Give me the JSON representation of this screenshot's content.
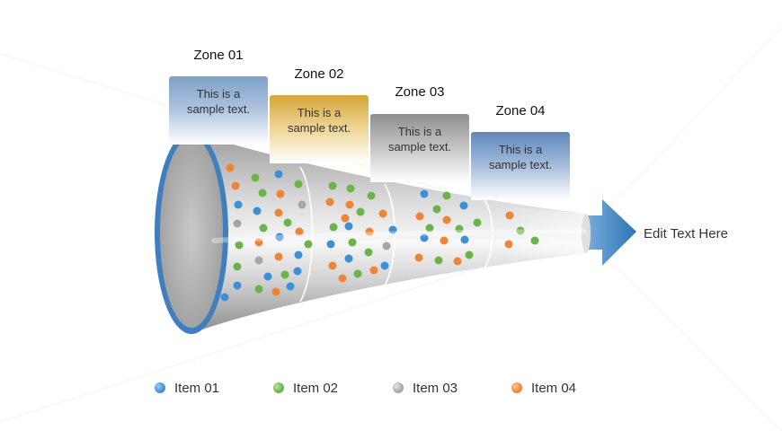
{
  "zones": [
    {
      "title": "Zone 01",
      "text": "This is a sample text."
    },
    {
      "title": "Zone 02",
      "text": "This is a sample text."
    },
    {
      "title": "Zone 03",
      "text": "This is a sample text."
    },
    {
      "title": "Zone 04",
      "text": "This is a sample text."
    }
  ],
  "arrow_label": "Edit Text Here",
  "legend": [
    {
      "label": "Item 01",
      "color": "#3d8fd6"
    },
    {
      "label": "Item 02",
      "color": "#6ab449"
    },
    {
      "label": "Item 03",
      "color": "#a6a6a6"
    },
    {
      "label": "Item 04",
      "color": "#ef8437"
    }
  ],
  "colors": {
    "zone_01": "#7ea1c7",
    "zone_02": "#d4a53a",
    "zone_03": "#8e8e8e",
    "zone_04": "#5e88bb",
    "arrow": "#2e75b6"
  }
}
